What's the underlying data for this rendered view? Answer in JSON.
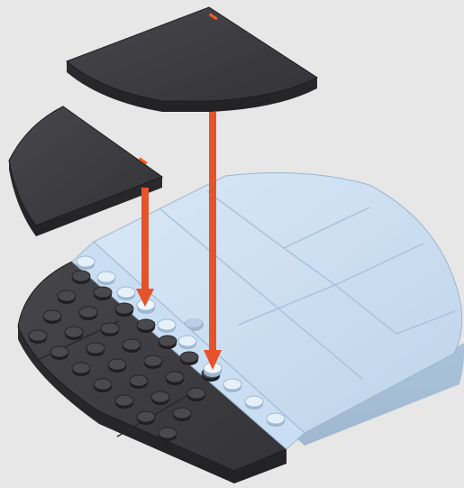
{
  "scene": {
    "kind": "building-instruction-step",
    "arrow_count": 2,
    "parts_to_place": [
      {
        "name": "large-quarter-round-tile",
        "color": "dark-bluish-gray",
        "marker": "orange"
      },
      {
        "name": "small-quarter-round-tile",
        "color": "dark-bluish-gray",
        "marker": "orange"
      }
    ],
    "base": {
      "left_plates": "dark-bluish-gray",
      "right_plates": "light-blue",
      "studs_visible": true
    }
  },
  "colors": {
    "background": "#e7e7e7",
    "dark_part_top": "#3a3a3d",
    "dark_part_side": "#2a2a2c",
    "light_blue_top": "#c6dbf0",
    "light_blue_side": "#a9c2da",
    "arrow": "#e5532b",
    "marker": "#ff5a1f"
  }
}
